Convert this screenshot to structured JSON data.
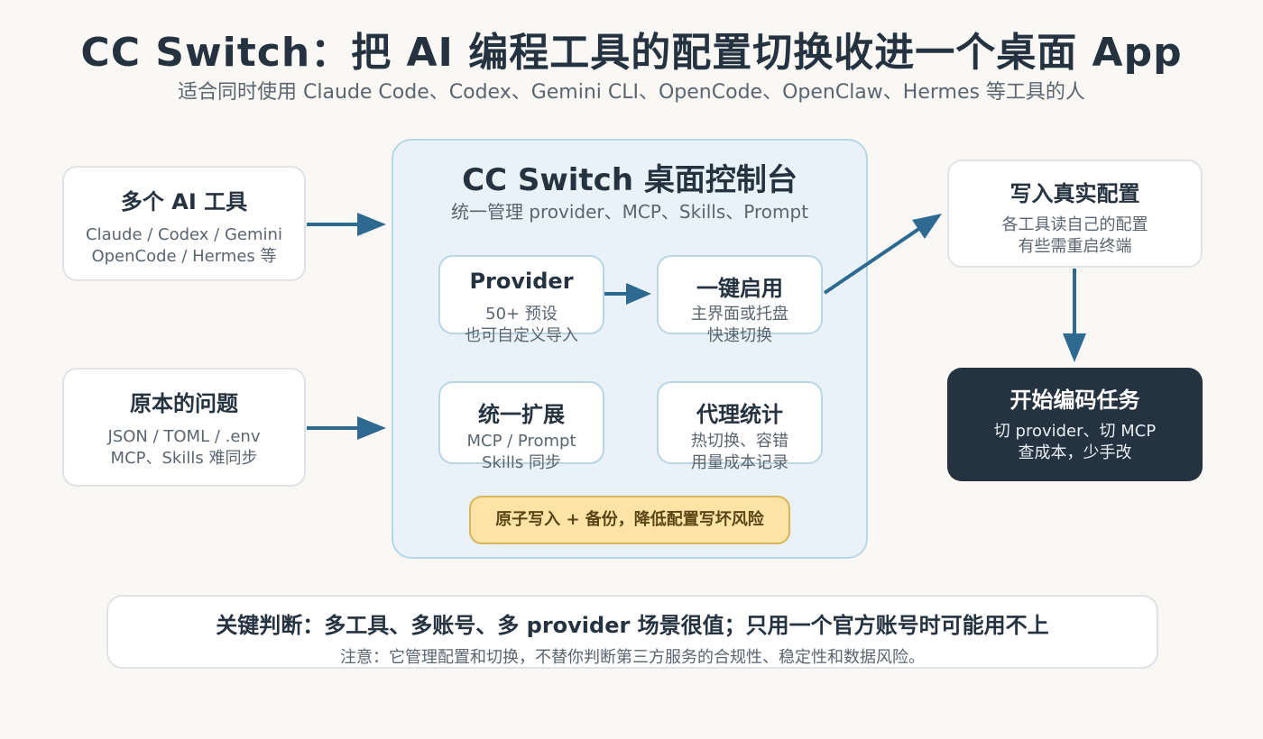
{
  "header": {
    "title": "CC Switch：把 AI 编程工具的配置切换收进一个桌面 App",
    "subtitle": "适合同时使用 Claude  Code、Codex、Gemini  CLI、OpenCode、OpenClaw、Hermes 等工具的人"
  },
  "left": {
    "tools": {
      "title": "多个 AI 工具",
      "line1": "Claude / Codex / Gemini",
      "line2": "OpenCode / Hermes 等"
    },
    "problem": {
      "title": "原本的问题",
      "line1": "JSON / TOML / .env",
      "line2": "MCP、Skills 难同步"
    }
  },
  "console": {
    "title": "CC Switch 桌面控制台",
    "subtitle": "统一管理 provider、MCP、Skills、Prompt",
    "provider": {
      "title": "Provider",
      "line1": "50+ 预设",
      "line2": "也可自定义导入"
    },
    "enable": {
      "title": "一键启用",
      "line1": "主界面或托盘",
      "line2": "快速切换"
    },
    "extend": {
      "title": "统一扩展",
      "line1": "MCP / Prompt",
      "line2": "Skills 同步"
    },
    "proxy": {
      "title": "代理统计",
      "line1": "热切换、容错",
      "line2": "用量成本记录"
    },
    "note": "原子写入 + 备份，降低配置写坏风险"
  },
  "right": {
    "write": {
      "title": "写入真实配置",
      "line1": "各工具读自己的配置",
      "line2": "有些需重启终端"
    },
    "start": {
      "title": "开始编码任务",
      "line1": "切 provider、切 MCP",
      "line2": "查成本，少手改"
    }
  },
  "footer": {
    "key": "关键判断：多工具、多账号、多 provider 场景很值；只用一个官方账号时可能用不上",
    "note": "注意：它管理配置和切换，不替你判断第三方服务的合规性、稳定性和数据风险。"
  },
  "colors": {
    "arrow": "#2d6a92",
    "dark_card": "#253341",
    "console_bg": "#e9f2f8",
    "note_bg": "#fbe4a6"
  }
}
